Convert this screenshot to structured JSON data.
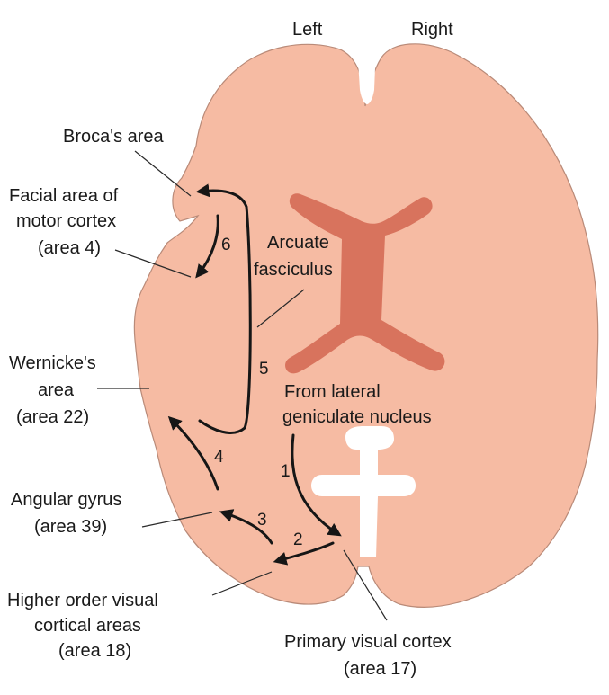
{
  "hemispheres": {
    "left": "Left",
    "right": "Right"
  },
  "labels": {
    "brocas_area": "Broca's area",
    "facial_area": [
      "Facial area of",
      "motor cortex",
      "(area 4)"
    ],
    "arcuate_fasciculus": [
      "Arcuate",
      "fasciculus"
    ],
    "wernickes_area": [
      "Wernicke's",
      "area",
      "(area 22)"
    ],
    "lateral_geniculate": [
      "From lateral",
      "geniculate nucleus"
    ],
    "angular_gyrus": [
      "Angular gyrus",
      "(area 39)"
    ],
    "higher_order_visual": [
      "Higher order visual",
      "cortical areas",
      "(area 18)"
    ],
    "primary_visual_cortex": [
      "Primary visual cortex",
      "(area 17)"
    ]
  },
  "steps": [
    "1",
    "2",
    "3",
    "4",
    "5",
    "6"
  ],
  "colors": {
    "brain_fill": "#f6bba3",
    "brain_outline": "#b98a78",
    "ventricle": "#d8735d",
    "arrow": "#161616"
  }
}
